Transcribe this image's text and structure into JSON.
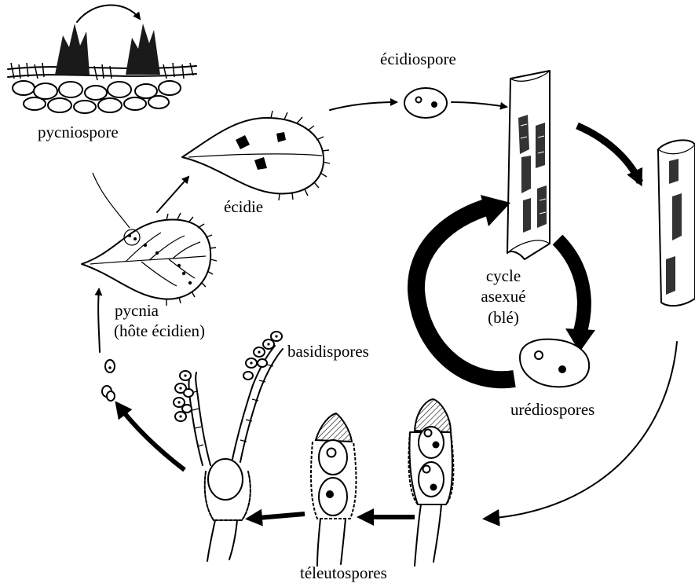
{
  "labels": {
    "pycniospore": "pycniospore",
    "ecidiospore": "écidiospore",
    "ecidie": "écidie",
    "pycnia_line1": "pycnia",
    "pycnia_line2": "(hôte écidien)",
    "basidispores": "basidispores",
    "cycle_line1": "cycle",
    "cycle_line2": "asexué",
    "cycle_line3": "(blé)",
    "urediospores": "urédiospores",
    "teleutospores": "téleutospores"
  }
}
